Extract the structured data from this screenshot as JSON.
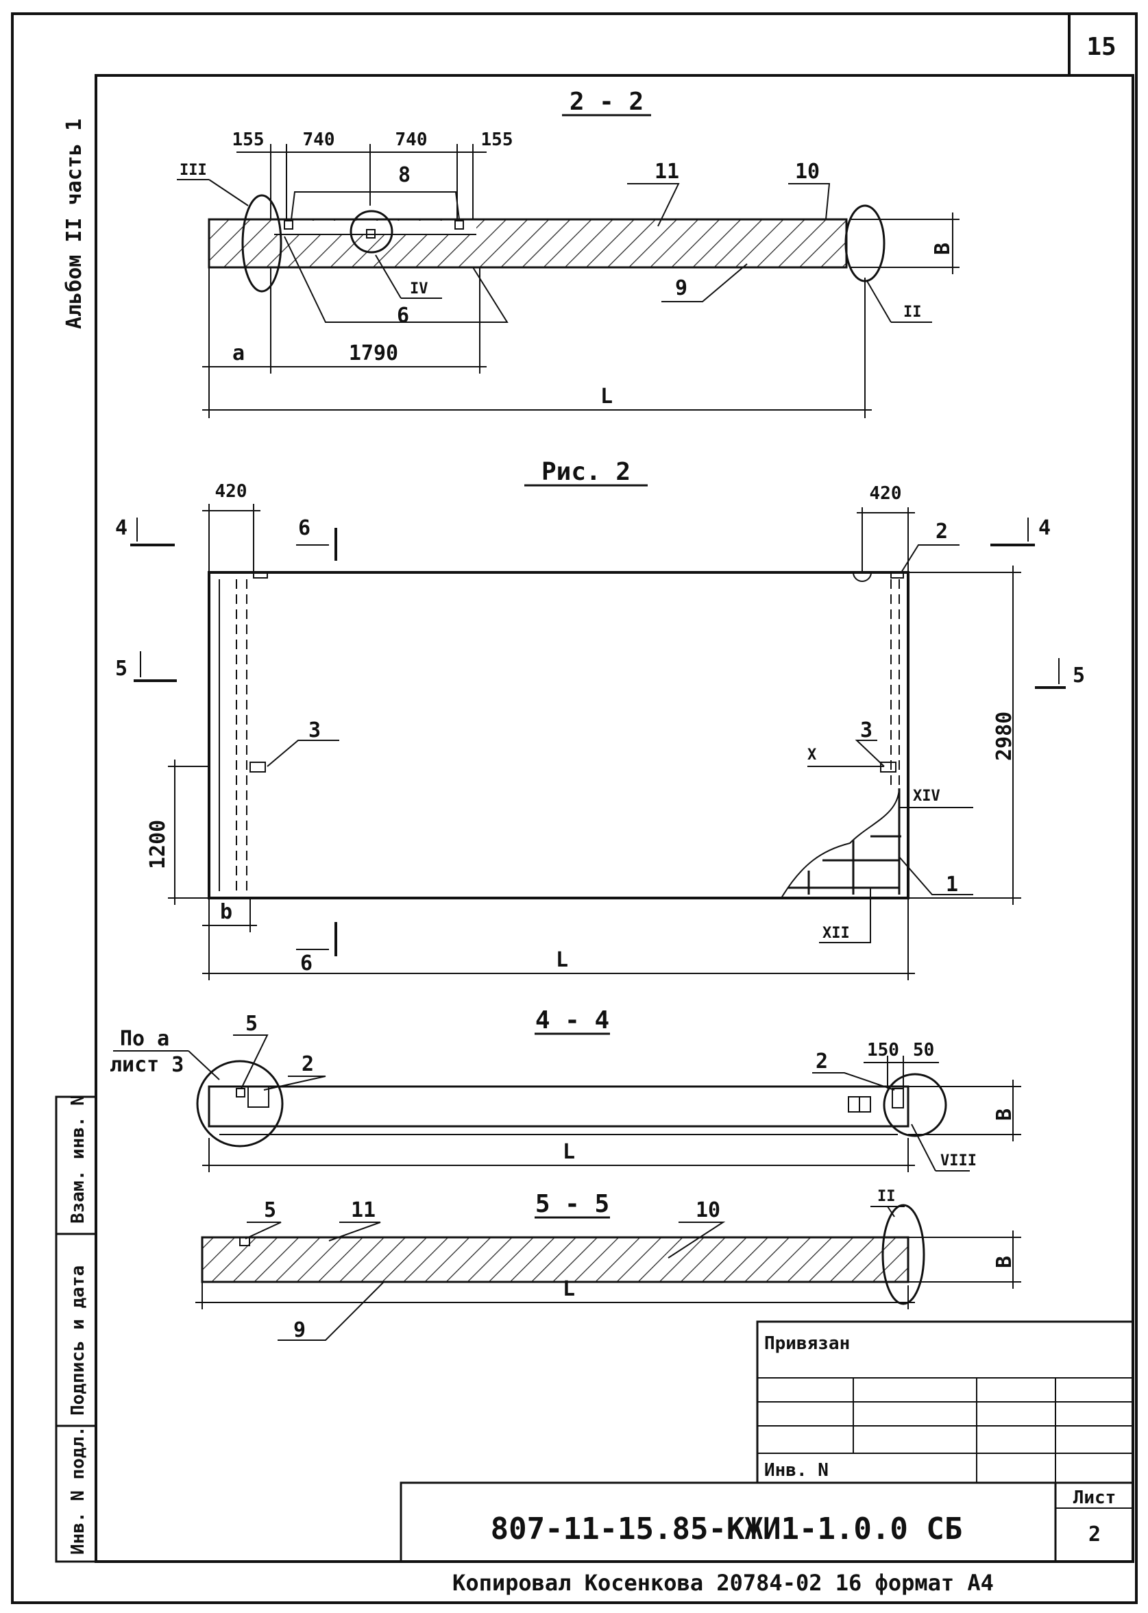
{
  "sheet_number": "15",
  "album": "Альбом II часть 1",
  "views": {
    "section_2_2": {
      "title": "2 - 2",
      "dims_top": [
        "155",
        "740",
        "740",
        "155"
      ],
      "dim_a": "a",
      "dim_1790": "1790",
      "dim_L": "L",
      "dim_B": "B",
      "callouts": [
        "8",
        "11",
        "10",
        "6",
        "9"
      ],
      "roman": [
        "III",
        "IV",
        "II"
      ]
    },
    "plan": {
      "title": "Рис. 2",
      "dim_420_left": "420",
      "dim_420_right": "420",
      "dim_2980": "2980",
      "dim_1200": "1200",
      "dim_b": "b",
      "dim_L": "L",
      "cut_4": "4",
      "cut_5": "5",
      "cut_6": "6",
      "callouts": [
        "2",
        "3",
        "3",
        "1"
      ],
      "roman": [
        "X",
        "XIV",
        "XII"
      ]
    },
    "section_4_4": {
      "title": "4 - 4",
      "note_1": "По a",
      "note_2": "лист 3",
      "dim_150": "150",
      "dim_50": "50",
      "dim_L": "L",
      "dim_B": "B",
      "callouts": [
        "5",
        "2",
        "2"
      ],
      "roman": [
        "VIII"
      ]
    },
    "section_5_5": {
      "title": "5 - 5",
      "dim_L": "L",
      "dim_B": "B",
      "callouts": [
        "5",
        "11",
        "10",
        "9"
      ],
      "roman": [
        "II"
      ]
    }
  },
  "side_stamp": [
    "Инв. N подл.",
    "Подпись и дата",
    "Взам. инв. N"
  ],
  "title_block": {
    "tied_label": "Привязан",
    "inv_label": "Инв. N",
    "code": "807-11-15.85-КЖИ1-1.0.0 СБ",
    "sheet_label": "Лист",
    "sheet_value": "2"
  },
  "footer": "Копировал Косенкова 20784-02 16 формат А4"
}
